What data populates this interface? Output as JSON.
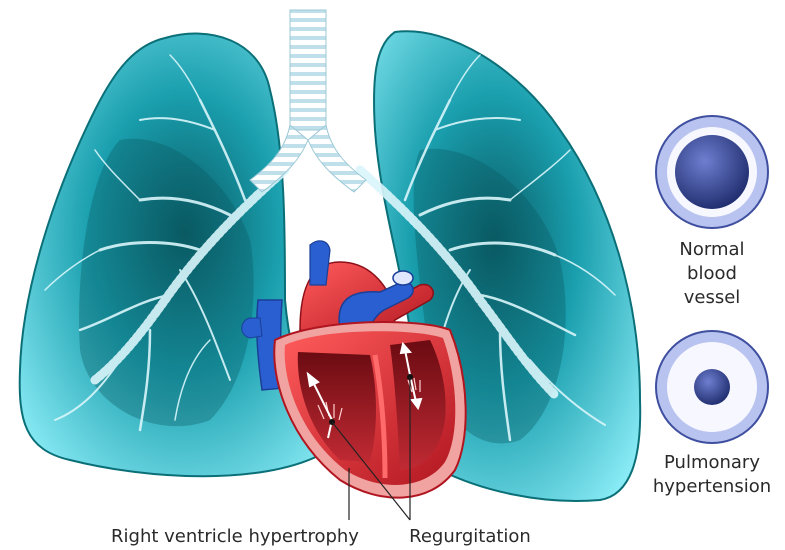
{
  "labels": {
    "normal_line1": "Normal",
    "normal_line2": "blood",
    "normal_line3": "vessel",
    "ph_line1": "Pulmonary",
    "ph_line2": "hypertension",
    "rvh": "Right ventricle hypertrophy",
    "regurgitation": "Regurgitation"
  },
  "icons": {
    "lungs": "lungs-icon",
    "trachea": "trachea-icon",
    "heart": "heart-cross-section-icon",
    "normal_vessel": "normal-vessel-icon",
    "narrowed_vessel": "narrowed-vessel-icon"
  },
  "colors": {
    "lung_light": "#7fe3ef",
    "lung_dark": "#0b6f78",
    "vessel_ring": "#3f4fa0",
    "heart_red": "#e0303a",
    "vein_blue": "#2a5fd1",
    "trachea_ring": "#cfe8f0"
  }
}
